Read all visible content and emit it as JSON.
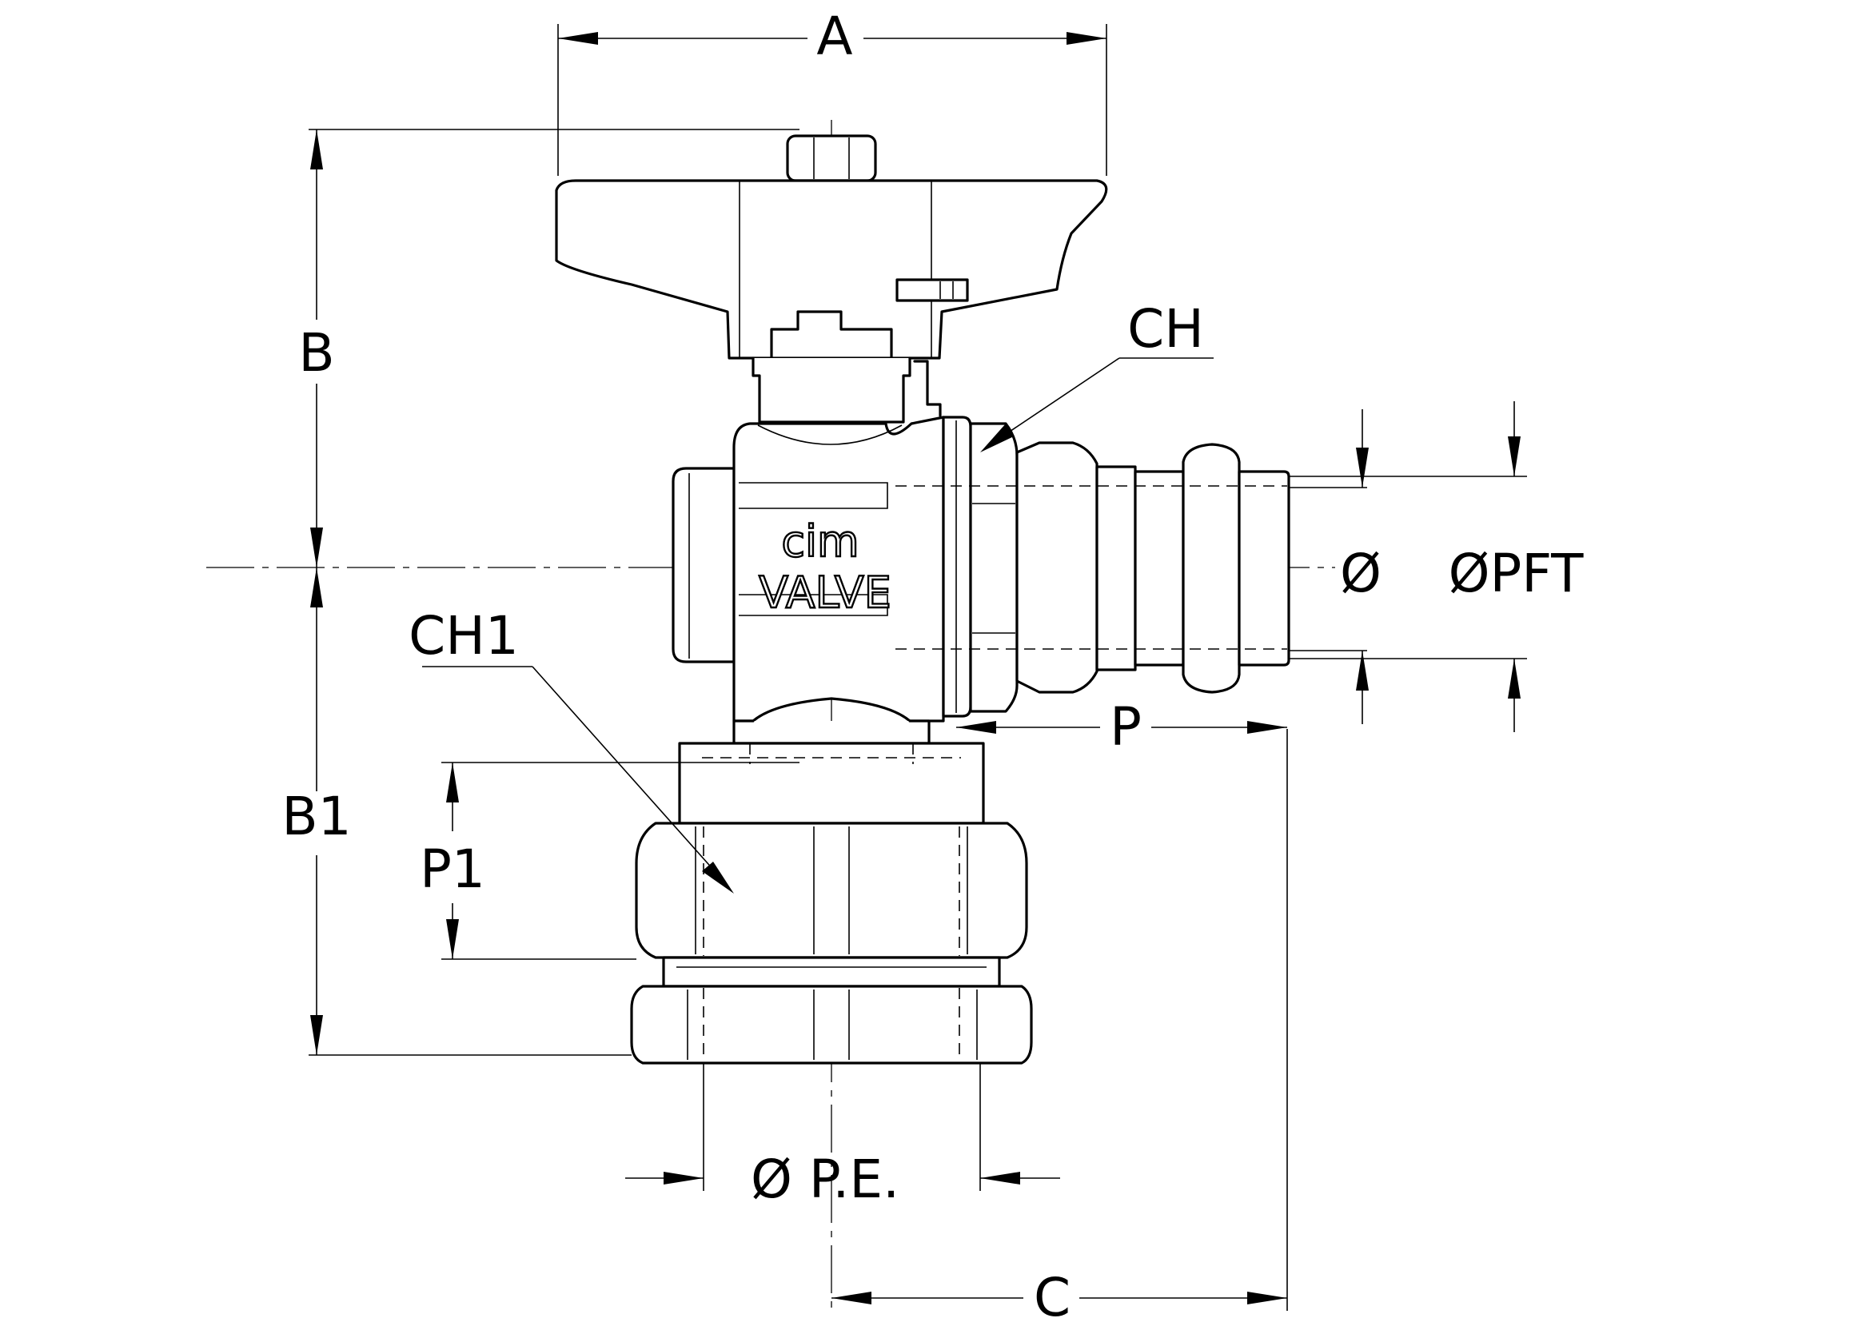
{
  "labels": {
    "A": "A",
    "B": "B",
    "B1": "B1",
    "C": "C",
    "P": "P",
    "P1": "P1",
    "CH": "CH",
    "CH1": "CH1",
    "dia": "Ø",
    "dia_pft": "ØPFT",
    "dia_pe": "Ø P.E."
  },
  "branding": {
    "maker": "cim",
    "word": "VALVE"
  }
}
